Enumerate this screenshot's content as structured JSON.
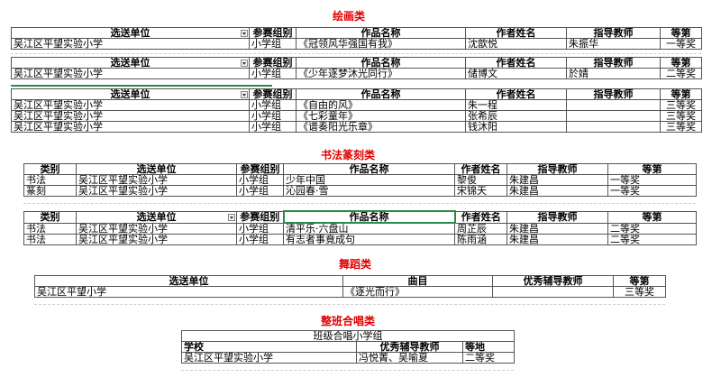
{
  "sections": {
    "painting": "绘画类",
    "calligraphy": "书法篆刻类",
    "dance": "舞蹈类",
    "choir": "整班合唱类"
  },
  "painting_headers": [
    "选送单位",
    "参赛组别",
    "作品名称",
    "作者姓名",
    "指导教师",
    "等第"
  ],
  "painting_blocks": [
    [
      [
        "吴江区平望实验小学",
        "小学组",
        "《冠领风华强国有我》",
        "沈歆悦",
        "朱振华",
        "一等奖"
      ]
    ],
    [
      [
        "吴江区平望实验小学",
        "小学组",
        "《少年逐梦沐光同行》",
        "储博文",
        "於婧",
        "二等奖"
      ]
    ],
    [
      [
        "吴江区平望实验小学",
        "小学组",
        "《自由的风》",
        "朱一程",
        "",
        "三等奖"
      ],
      [
        "吴江区平望实验小学",
        "小学组",
        "《七彩童年》",
        "张希辰",
        "",
        "三等奖"
      ],
      [
        "吴江区平望实验小学",
        "小学组",
        "《谱奏阳光乐章》",
        "钱沐阳",
        "",
        "三等奖"
      ]
    ]
  ],
  "calli_headers": [
    "类别",
    "选送单位",
    "参赛组别",
    "作品名称",
    "作者姓名",
    "指导教师",
    "等第"
  ],
  "calli_blocks": [
    [
      [
        "书法",
        "吴江区平望实验小学",
        "小学组",
        "少年中国",
        "黎俊",
        "朱建昌",
        "一等奖"
      ],
      [
        "篆刻",
        "吴江区平望实验小学",
        "小学组",
        "沁园春·雪",
        "宋锦天",
        "朱建昌",
        "一等奖"
      ]
    ],
    [
      [
        "书法",
        "吴江区平望实验小学",
        "小学组",
        "清平乐·六盘山",
        "周芷辰",
        "朱建昌",
        "二等奖"
      ],
      [
        "书法",
        "吴江区平望实验小学",
        "小学组",
        "有志者事竟成句",
        "陈雨涵",
        "朱建昌",
        "二等奖"
      ]
    ]
  ],
  "dance_headers": [
    "选送单位",
    "曲目",
    "优秀辅导教师",
    "等第"
  ],
  "dance_row": [
    "吴江区平望小学",
    "《逐光而行》",
    "",
    "三等奖"
  ],
  "choir_caption": "班级合唱小学组",
  "choir_headers": [
    "学校",
    "优秀辅导教师",
    "等地"
  ],
  "choir_row": [
    "吴江区平望实验小学",
    "冯悦菁、吴喻夏",
    "二等奖"
  ]
}
